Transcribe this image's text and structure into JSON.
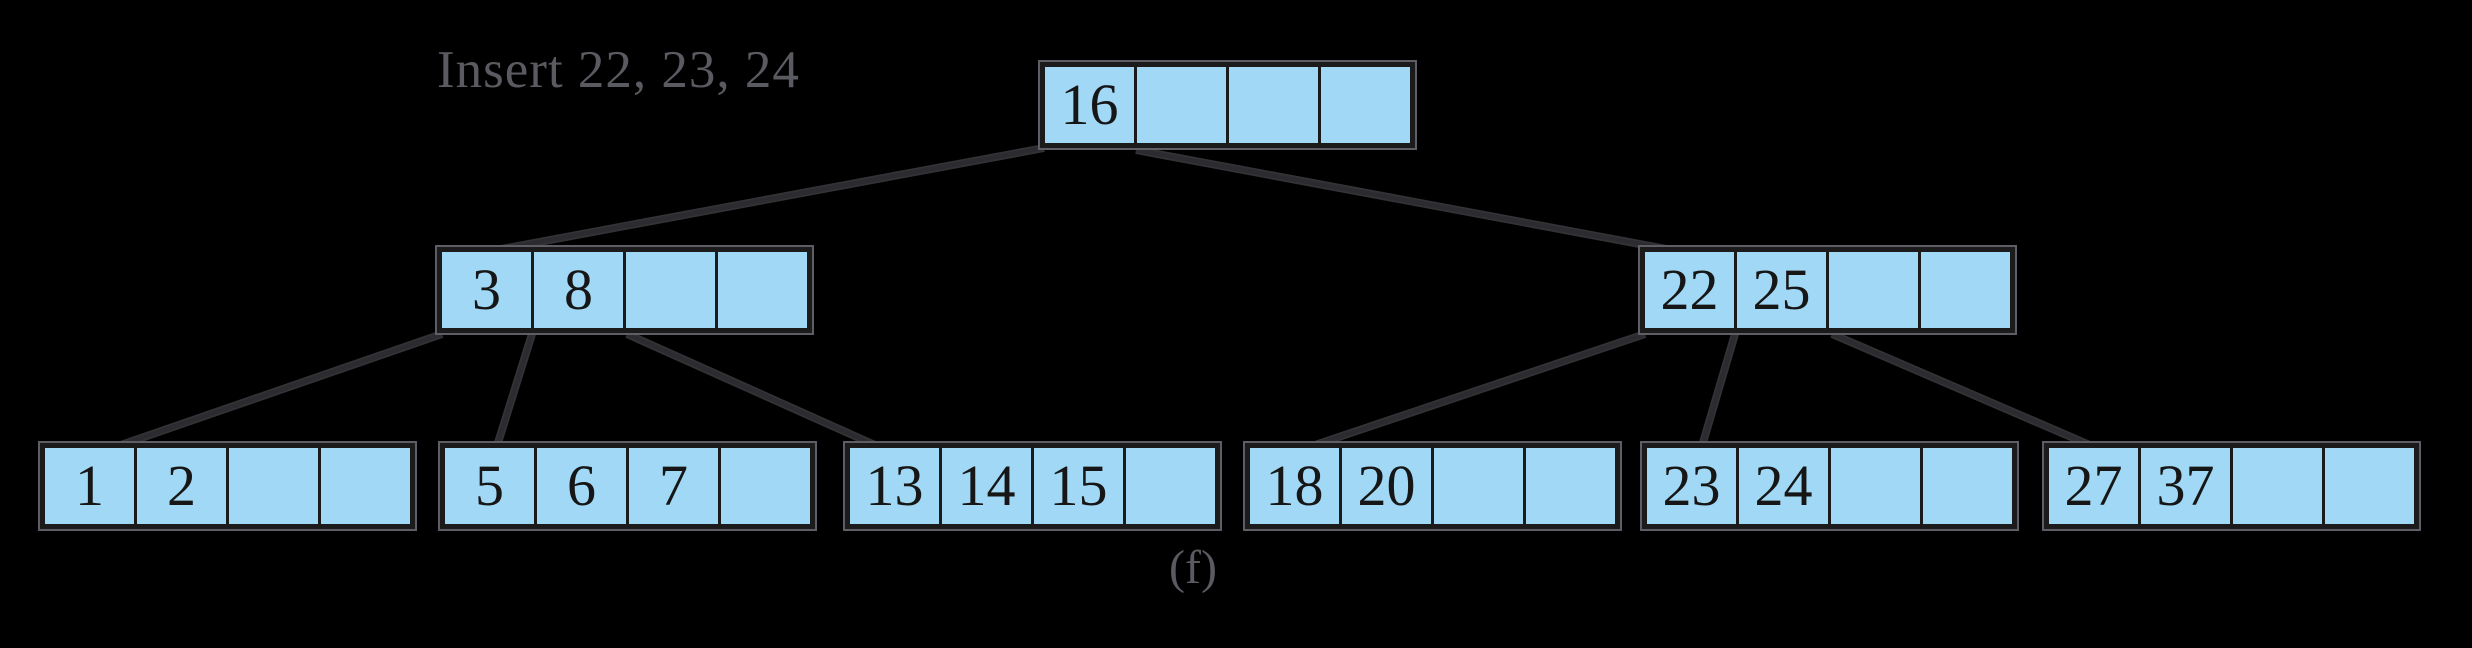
{
  "figure": {
    "annotation": "Insert 22, 23, 24",
    "caption": "(f)"
  },
  "colors": {
    "background": "#000000",
    "node_fill": "#A0D8F5",
    "node_border": "#1B1B1B",
    "node_halo": "#5E5E66",
    "key_text": "#161616",
    "label_text": "#5A5A61",
    "edge_core": "#2B2B30",
    "edge_halo": "#808088"
  },
  "tree": {
    "type": "B-tree",
    "cells_per_node": 4,
    "nodes": [
      {
        "id": "root",
        "level": 0,
        "keys": [
          "16",
          "",
          "",
          ""
        ]
      },
      {
        "id": "internal-left",
        "level": 1,
        "keys": [
          "3",
          "8",
          "",
          ""
        ]
      },
      {
        "id": "internal-right",
        "level": 1,
        "keys": [
          "22",
          "25",
          "",
          ""
        ]
      },
      {
        "id": "leaf-1",
        "level": 2,
        "keys": [
          "1",
          "2",
          "",
          ""
        ]
      },
      {
        "id": "leaf-2",
        "level": 2,
        "keys": [
          "5",
          "6",
          "7",
          ""
        ]
      },
      {
        "id": "leaf-3",
        "level": 2,
        "keys": [
          "13",
          "14",
          "15",
          ""
        ]
      },
      {
        "id": "leaf-4",
        "level": 2,
        "keys": [
          "18",
          "20",
          "",
          ""
        ]
      },
      {
        "id": "leaf-5",
        "level": 2,
        "keys": [
          "23",
          "24",
          "",
          ""
        ]
      },
      {
        "id": "leaf-6",
        "level": 2,
        "keys": [
          "27",
          "37",
          "",
          ""
        ]
      }
    ],
    "edges": [
      {
        "from": "root",
        "to": "internal-left"
      },
      {
        "from": "root",
        "to": "internal-right"
      },
      {
        "from": "internal-left",
        "to": "leaf-1"
      },
      {
        "from": "internal-left",
        "to": "leaf-2"
      },
      {
        "from": "internal-left",
        "to": "leaf-3"
      },
      {
        "from": "internal-right",
        "to": "leaf-4"
      },
      {
        "from": "internal-right",
        "to": "leaf-5"
      },
      {
        "from": "internal-right",
        "to": "leaf-6"
      }
    ]
  }
}
